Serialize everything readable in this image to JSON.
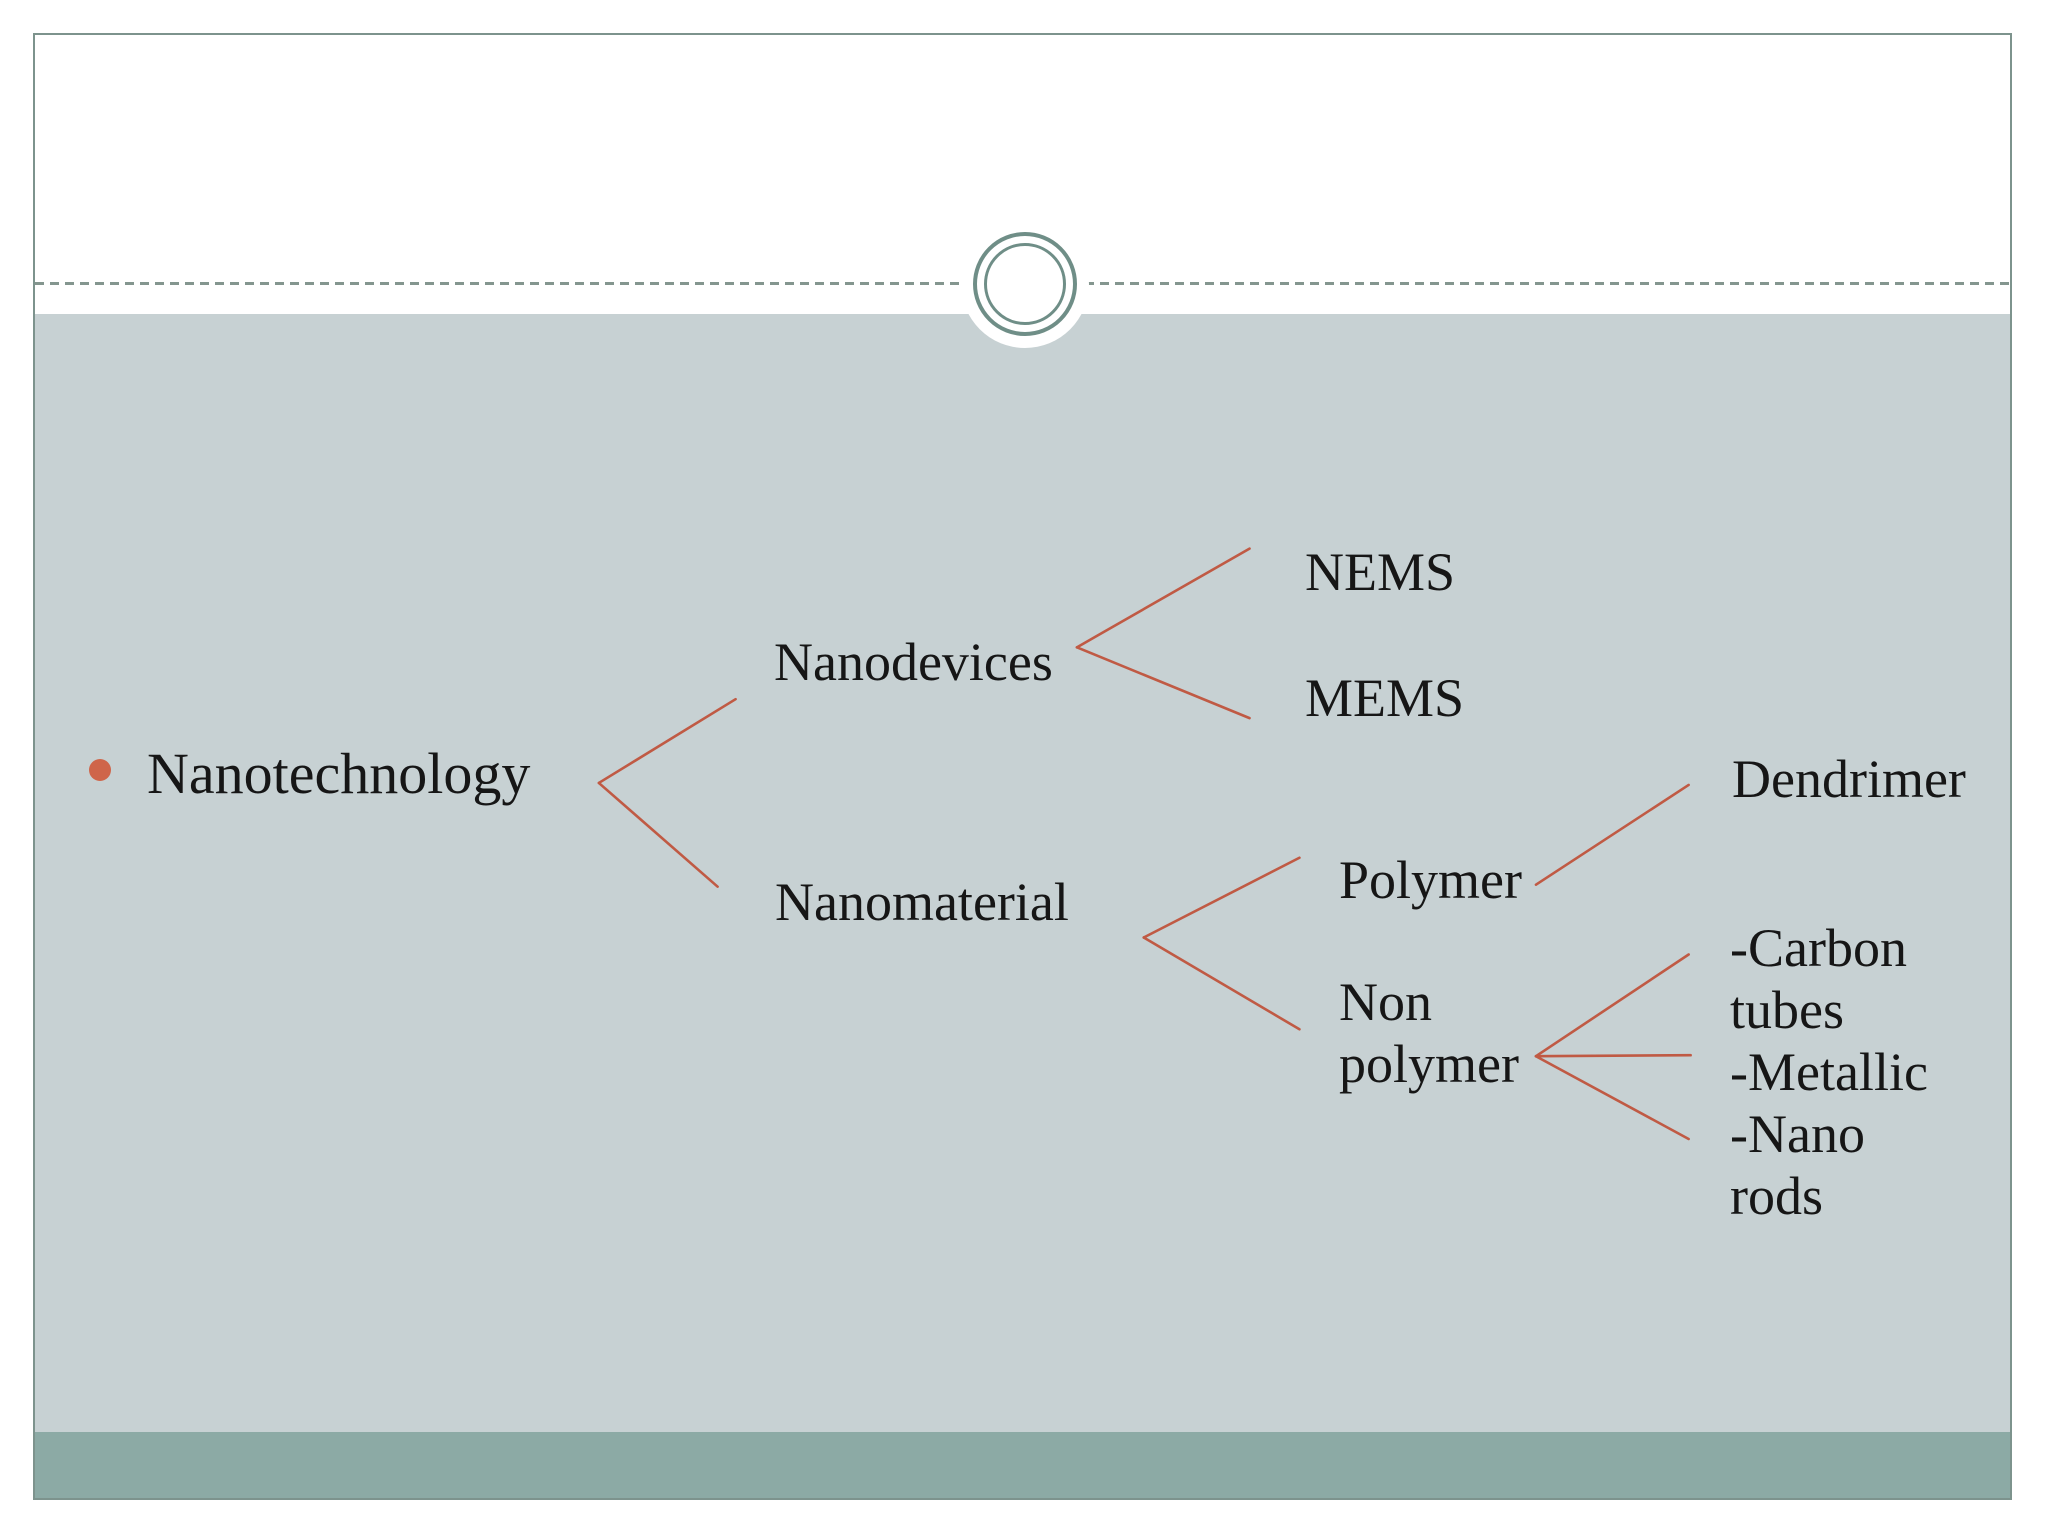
{
  "slide": {
    "colors": {
      "frame": "#7d938d",
      "canvas_top": "#ffffff",
      "canvas_body": "#c7d1d3",
      "footer_band": "#8caaa5",
      "dashed_rule": "#84968f",
      "ornament_ring": "#6f8e87",
      "accent": "#c05a44",
      "bullet": "#cf654a",
      "text": "#161616"
    },
    "ornament": "double-circle-badge"
  },
  "tree": {
    "root": {
      "label": "Nanotechnology",
      "children": [
        {
          "label": "Nanodevices",
          "children": [
            {
              "label": "NEMS"
            },
            {
              "label": "MEMS"
            }
          ]
        },
        {
          "label": "Nanomaterial",
          "children": [
            {
              "label": "Polymer",
              "children": [
                {
                  "label": "Dendrimer"
                }
              ]
            },
            {
              "label": "Non polymer",
              "children": [
                {
                  "label": "-Carbon tubes"
                },
                {
                  "label": "-Metallic"
                },
                {
                  "label": "-Nano rods"
                }
              ]
            }
          ]
        }
      ]
    }
  }
}
